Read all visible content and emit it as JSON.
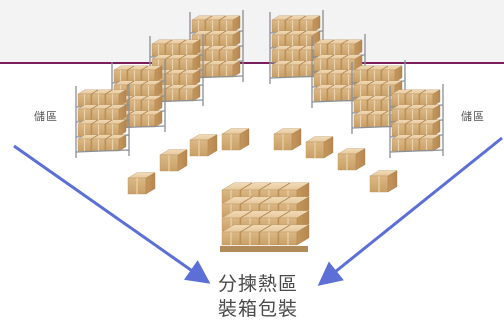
{
  "diagram": {
    "left_zone_label": "儲區",
    "right_zone_label": "儲區",
    "center_label_line1": "分揀熱區",
    "center_label_line2": "裝箱包裝"
  },
  "colors": {
    "header_rule": "#7a1f5c",
    "arrow": "#5b6fd6",
    "carton": "#d9b88a",
    "rack_frame": "#8a8f96"
  },
  "icons": [
    "storage-rack-icon",
    "carton-box-icon",
    "pallet-stack-icon",
    "arrow-icon"
  ]
}
